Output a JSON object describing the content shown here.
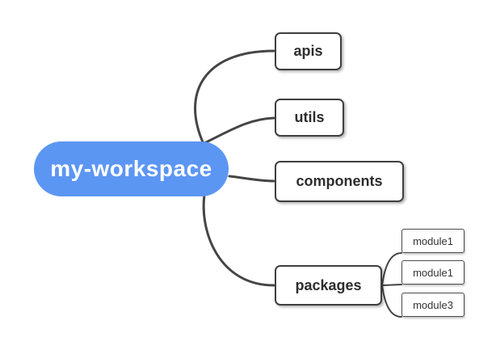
{
  "diagram": {
    "type": "mindmap",
    "root": {
      "label": "my-workspace"
    },
    "branches": [
      {
        "label": "apis",
        "children": []
      },
      {
        "label": "utils",
        "children": []
      },
      {
        "label": "components",
        "children": []
      },
      {
        "label": "packages",
        "children": [
          {
            "label": "module1"
          },
          {
            "label": "module1"
          },
          {
            "label": "module3"
          }
        ]
      }
    ]
  },
  "colors": {
    "canvas_bg": "#ffffff",
    "root_bg": "#5c96f3",
    "root_text": "#ffffff",
    "branch_bg": "#ffffff",
    "branch_border": "#3f3f3f",
    "branch_text": "#2d2d2d",
    "sub_border": "#4c4c4c",
    "sub_text": "#333333",
    "connector": "#454545"
  }
}
